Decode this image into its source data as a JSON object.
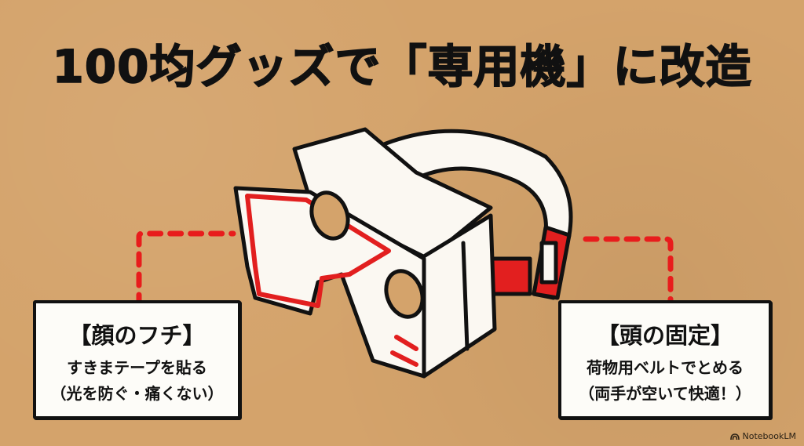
{
  "title": "100均グッズで「専用機」に改造",
  "illustration": {
    "subject": "cardboard VR headset with head strap",
    "colors": {
      "background": "#d4a36b",
      "body": "#fbf8f2",
      "accent": "#e21f1f",
      "outline": "#111111"
    }
  },
  "callouts": [
    {
      "heading": "【顔のフチ】",
      "line1": "すきまテープを貼る",
      "line2": "（光を防ぐ・痛くない）"
    },
    {
      "heading": "【頭の固定】",
      "line1": "荷物用ベルトでとめる",
      "line2": "（両手が空いて快適！）"
    }
  ],
  "watermark": {
    "label": "NotebookLM",
    "icon": "notebooklm-logo-icon"
  }
}
